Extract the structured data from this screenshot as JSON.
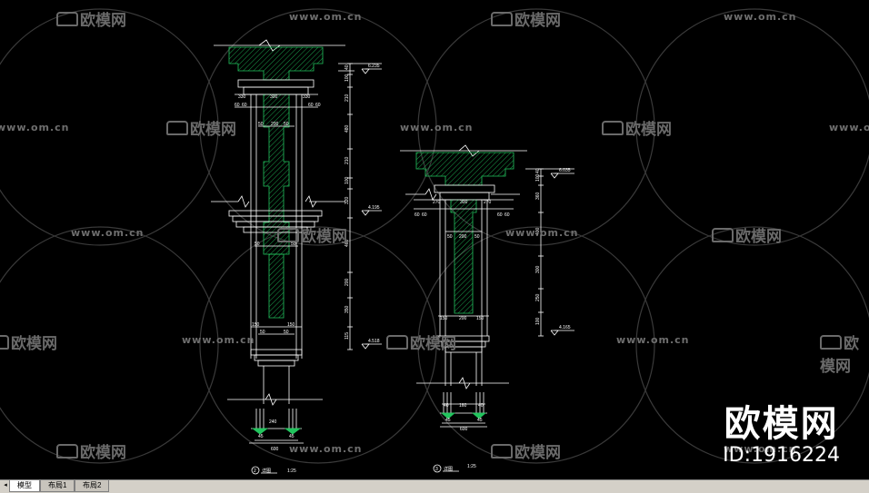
{
  "watermarks": {
    "url": "www.om.cn",
    "logo": "欧模网"
  },
  "brand": {
    "name": "欧模网",
    "id": "ID:1916224"
  },
  "drawing_left": {
    "title_num": "2",
    "title": "详图",
    "scale": "1:25",
    "top_level": "6.235",
    "mid_level": "4.195",
    "low_level": "4.518",
    "dims": {
      "d330a": "330",
      "d300": "300",
      "d330b": "330",
      "d60a": "60",
      "d60b": "60",
      "d60c": "60",
      "d60d": "60",
      "d200": "200",
      "d50a": "50",
      "d50b": "50",
      "d150a": "150",
      "d150b": "150",
      "d50c": "50",
      "d50d": "50",
      "d600": "600",
      "d240": "240",
      "d45a": "45",
      "d45b": "45",
      "d50e": "50",
      "d50f": "50"
    },
    "vdims": [
      "40",
      "100",
      "210",
      "480",
      "210",
      "100",
      "320",
      "460",
      "200",
      "350",
      "115"
    ]
  },
  "drawing_right": {
    "title_num": "3",
    "title": "详图",
    "scale": "1:25",
    "top_level": "6.035",
    "low_level": "4.165",
    "dims": {
      "d60a": "60",
      "d60b": "60",
      "d270a": "270",
      "d300": "300",
      "d270b": "270",
      "d60c": "60",
      "d60d": "60",
      "d50a": "50",
      "d200": "200",
      "d50b": "50",
      "d150a": "150",
      "d200b": "200",
      "d150b": "150",
      "d40a": "40",
      "d160": "160",
      "d40b": "40",
      "d45a": "45",
      "d45b": "45",
      "d600": "600"
    },
    "vdims": [
      "40",
      "100",
      "360",
      "400",
      "300",
      "250",
      "100"
    ]
  },
  "tabs": [
    "模型",
    "布局1",
    "布局2"
  ],
  "colors": {
    "background": "#000000",
    "hatch": "#22c55e",
    "lines": "#ffffff",
    "watermark": "#6e6e6e"
  }
}
